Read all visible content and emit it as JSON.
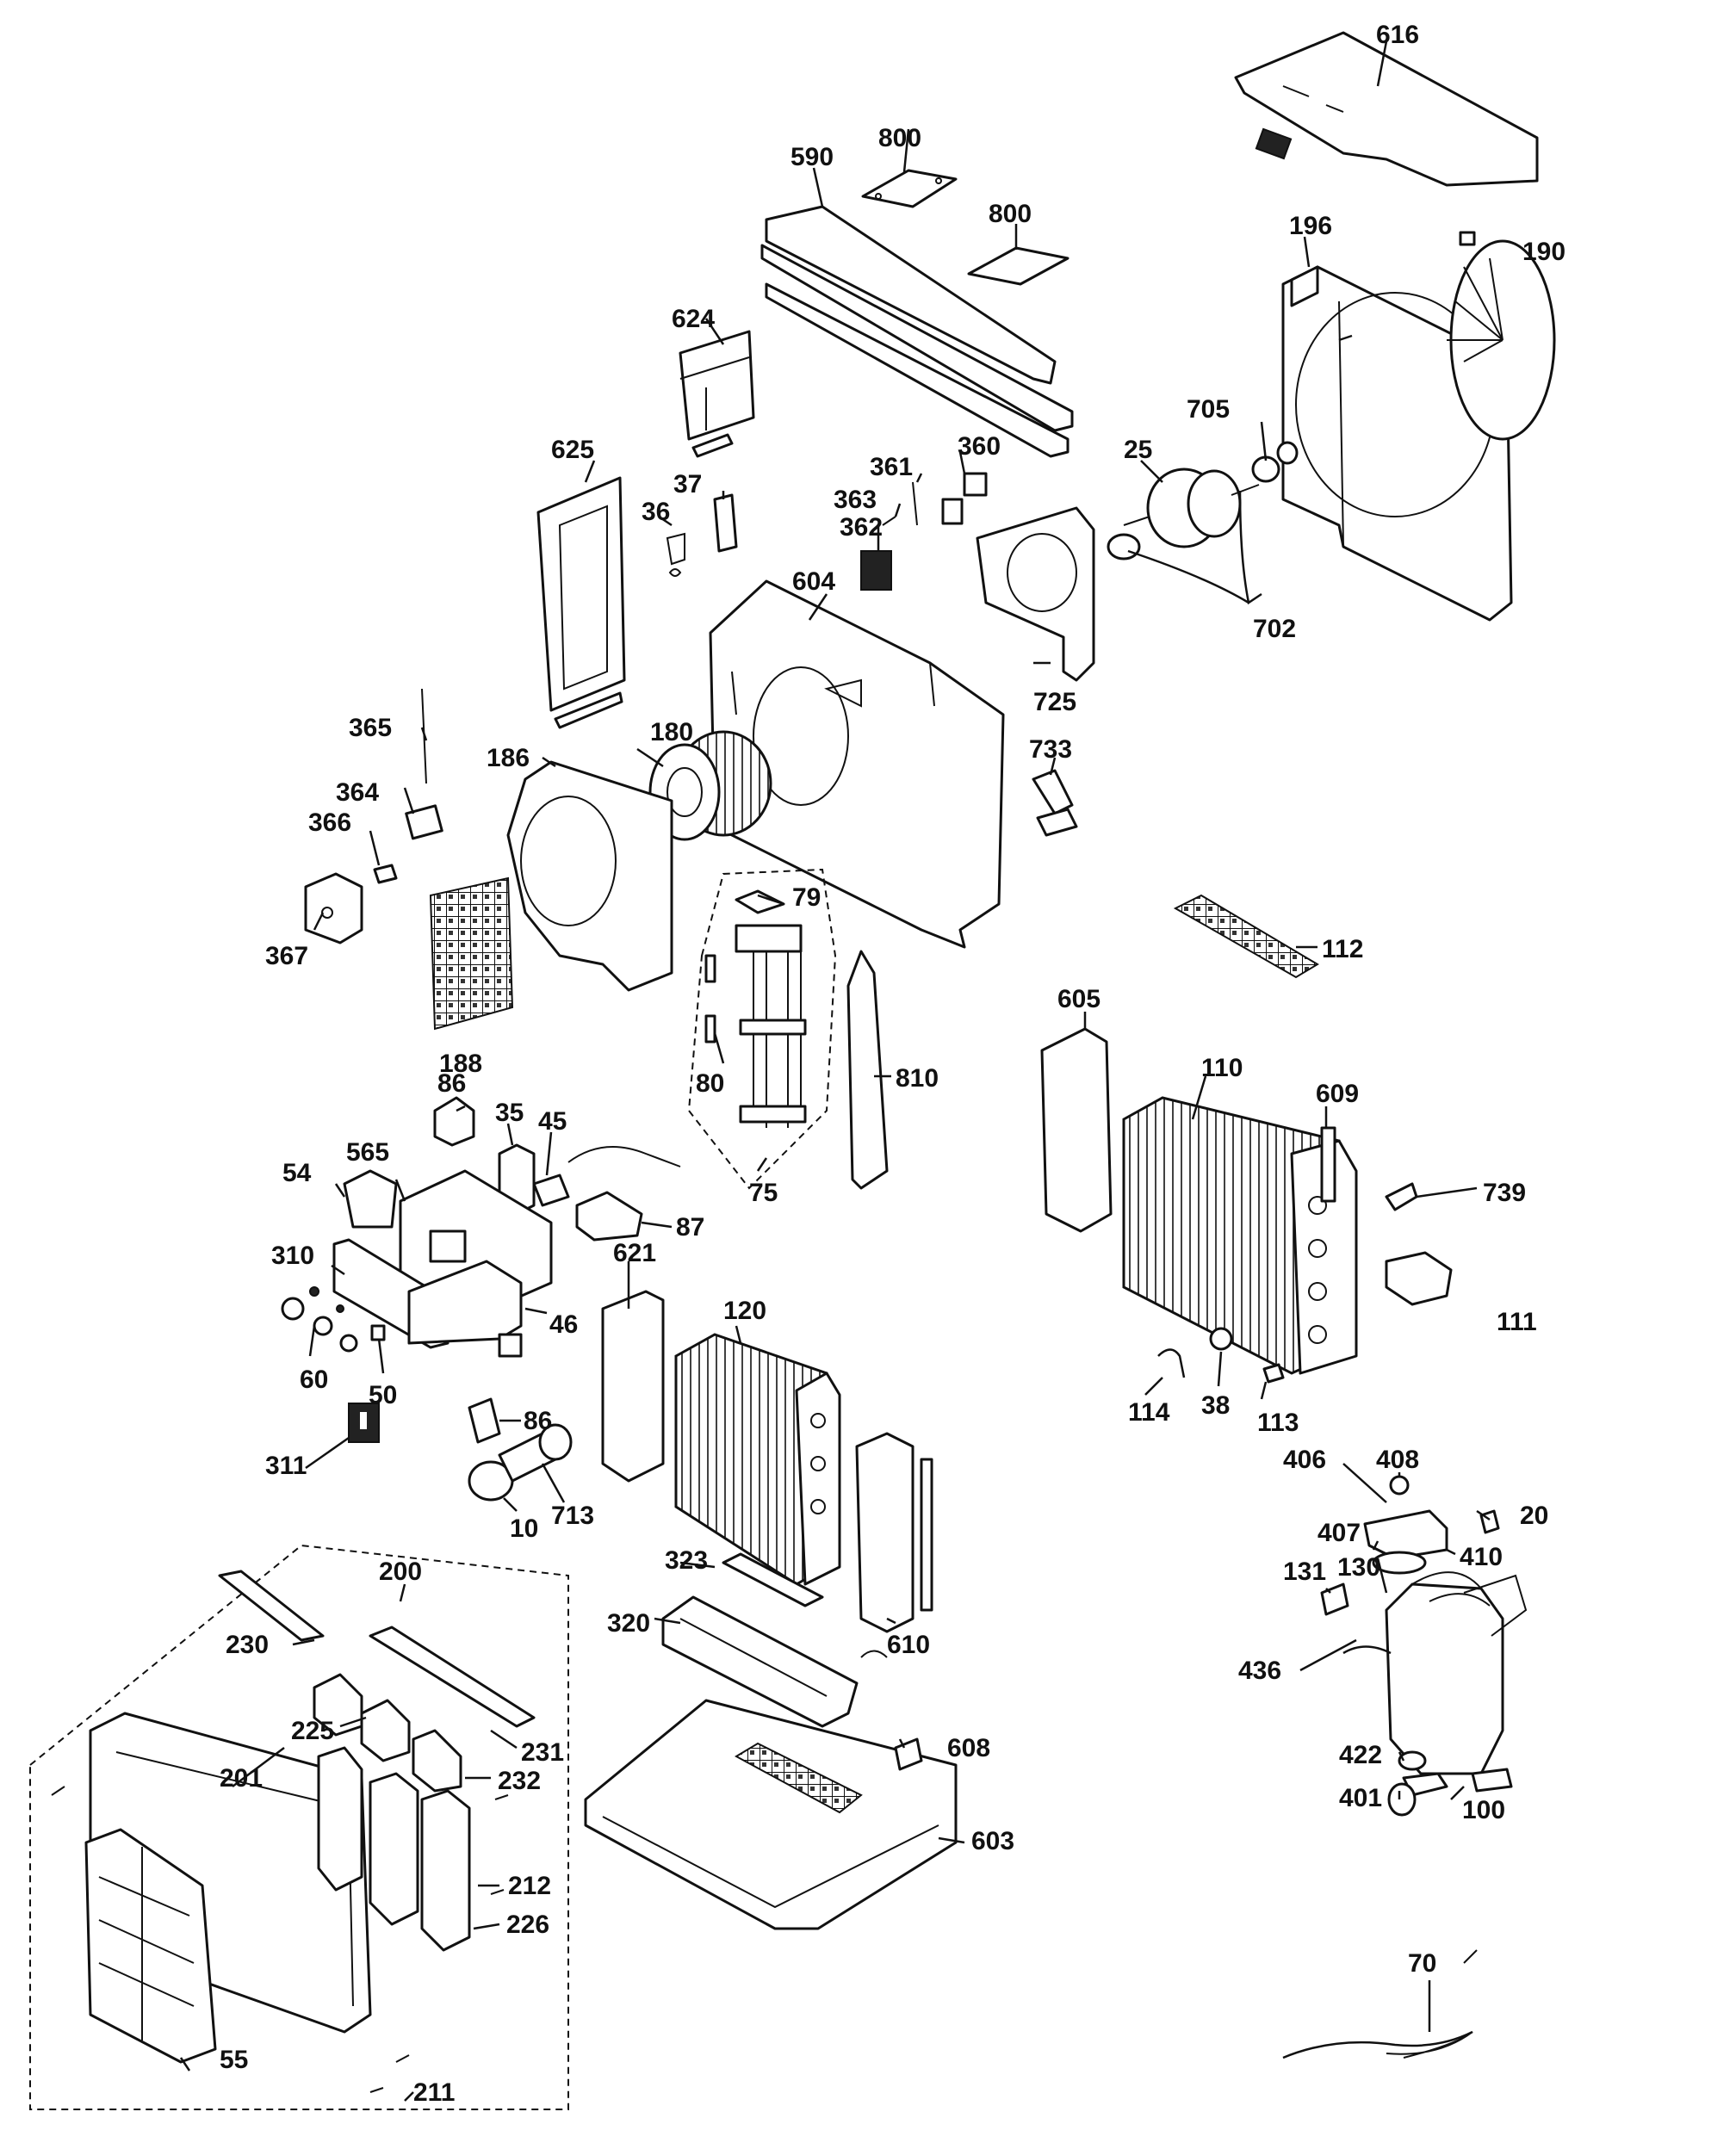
{
  "labels": {
    "p616": "616",
    "p800a": "800",
    "p590": "590",
    "p800b": "800",
    "p196": "196",
    "p190": "190",
    "p624": "624",
    "p705": "705",
    "p25": "25",
    "p702": "702",
    "p625": "625",
    "p37": "37",
    "p36": "36",
    "p361": "361",
    "p360": "360",
    "p363": "363",
    "p362": "362",
    "p604": "604",
    "p725": "725",
    "p733": "733",
    "p365": "365",
    "p186": "186",
    "p180": "180",
    "p364": "364",
    "p366": "366",
    "p367": "367",
    "p79": "79",
    "p112": "112",
    "p188": "188",
    "p605": "605",
    "p110": "110",
    "p609": "609",
    "p80": "80",
    "p810": "810",
    "p86a": "86",
    "p35": "35",
    "p45": "45",
    "p565": "565",
    "p54": "54",
    "p87": "87",
    "p75": "75",
    "p739": "739",
    "p310": "310",
    "p621": "621",
    "p120": "120",
    "p46": "46",
    "p111": "111",
    "p60": "60",
    "p50": "50",
    "p86b": "86",
    "p114": "114",
    "p38": "38",
    "p113": "113",
    "p311": "311",
    "p408": "408",
    "p406": "406",
    "p10": "10",
    "p713": "713",
    "p20": "20",
    "p407": "407",
    "p410": "410",
    "p323": "323",
    "p131": "131",
    "p130": "130",
    "p200": "200",
    "p320": "320",
    "p230": "230",
    "p610": "610",
    "p436": "436",
    "p225": "225",
    "p231": "231",
    "p608": "608",
    "p201": "201",
    "p232": "232",
    "p422": "422",
    "p603": "603",
    "p401": "401",
    "p100": "100",
    "p212": "212",
    "p226": "226",
    "p70": "70",
    "p55": "55",
    "p211": "211"
  },
  "colors": {
    "ink": "#111111",
    "paper": "#ffffff"
  }
}
